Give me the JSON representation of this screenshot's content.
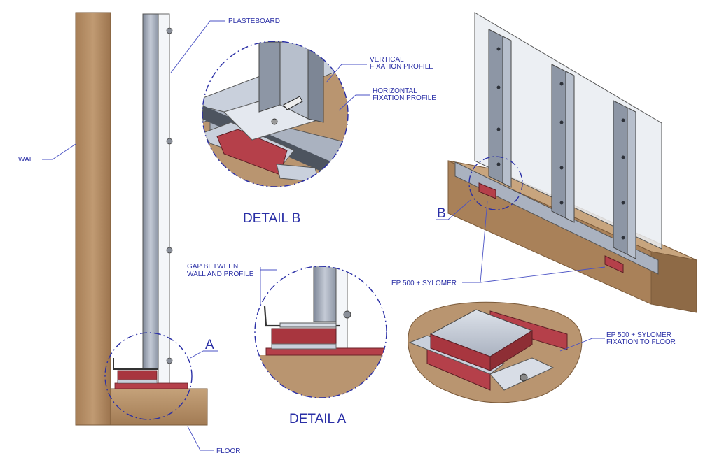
{
  "labels": {
    "plasterboard": "PLASTEBOARD",
    "wall": "WALL",
    "floor": "FLOOR",
    "vertical_profile": [
      "VERTICAL",
      "FIXATION PROFILE"
    ],
    "horizontal_profile": [
      "HORIZONTAL",
      "FIXATION PROFILE"
    ],
    "gap": [
      "GAP BETWEEN",
      "WALL AND PROFILE"
    ],
    "ep500": "EP 500 + SYLOMER",
    "ep500_floor": [
      "EP 500 + SYLOMER",
      "FIXATION TO FLOOR"
    ]
  },
  "details": {
    "a_title": "DETAIL A",
    "b_title": "DETAIL B",
    "a_marker": "A",
    "b_marker": "B"
  },
  "colors": {
    "annotation": "#2a2fa6",
    "wood": "#b08a62",
    "profile_steel": "#9ea6b4",
    "sylomer_red": "#b5404a",
    "plate_steel": "#c9d0dc"
  }
}
